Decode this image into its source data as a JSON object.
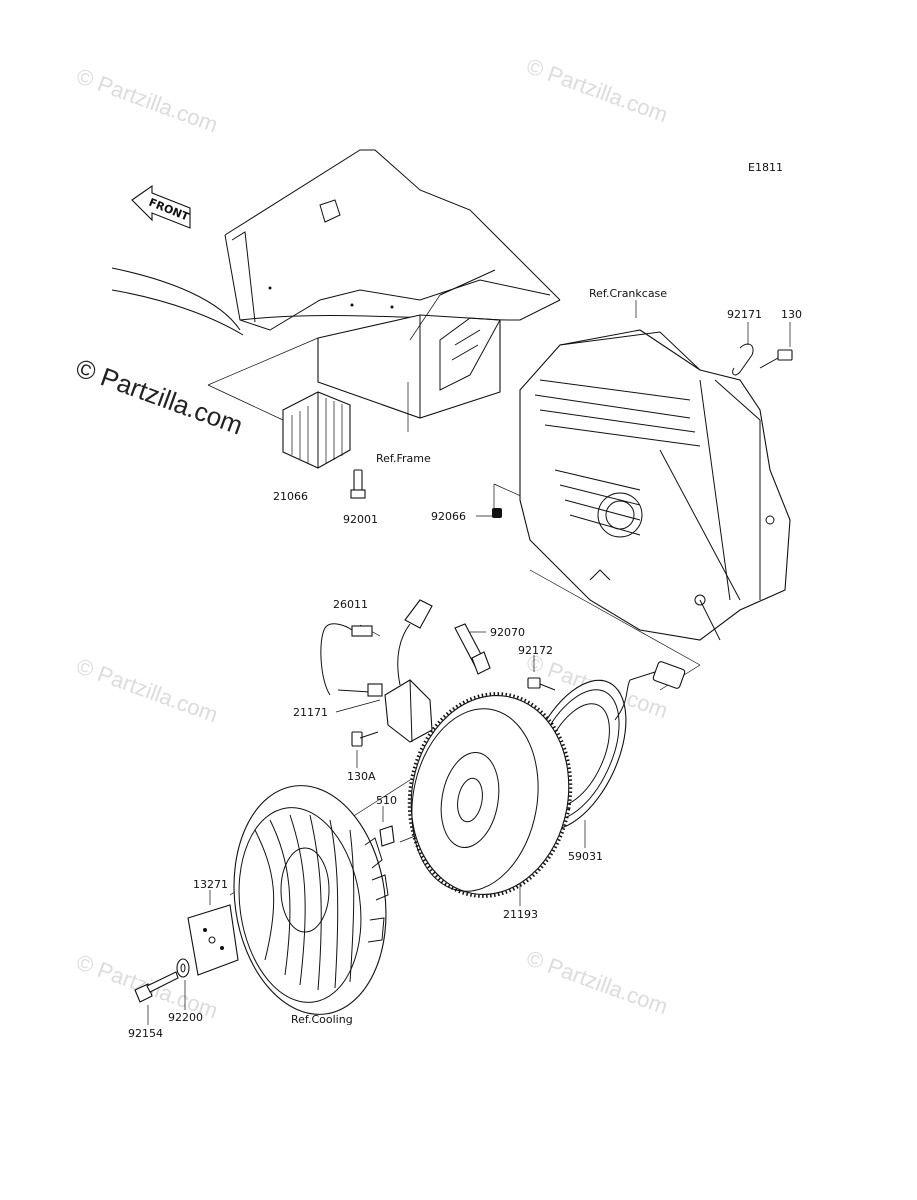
{
  "diagram": {
    "code": "E1811",
    "front_label": "FRONT",
    "watermarks": {
      "main": "© Partzilla.com",
      "faint": "© Partzilla.com"
    },
    "references": {
      "crankcase": "Ref.Crankcase",
      "frame": "Ref.Frame",
      "cooling": "Ref.Cooling"
    },
    "parts": {
      "p21066": "21066",
      "p92001": "92001",
      "p92171": "92171",
      "p130": "130",
      "p92066": "92066",
      "p26011": "26011",
      "p92070": "92070",
      "p92172": "92172",
      "p21171": "21171",
      "p130A": "130A",
      "p510": "510",
      "p59031": "59031",
      "p13271": "13271",
      "p21193": "21193",
      "p92154": "92154",
      "p92200": "92200"
    }
  },
  "colors": {
    "line": "#111111",
    "watermark": "#dcdcdc",
    "background": "#ffffff"
  }
}
